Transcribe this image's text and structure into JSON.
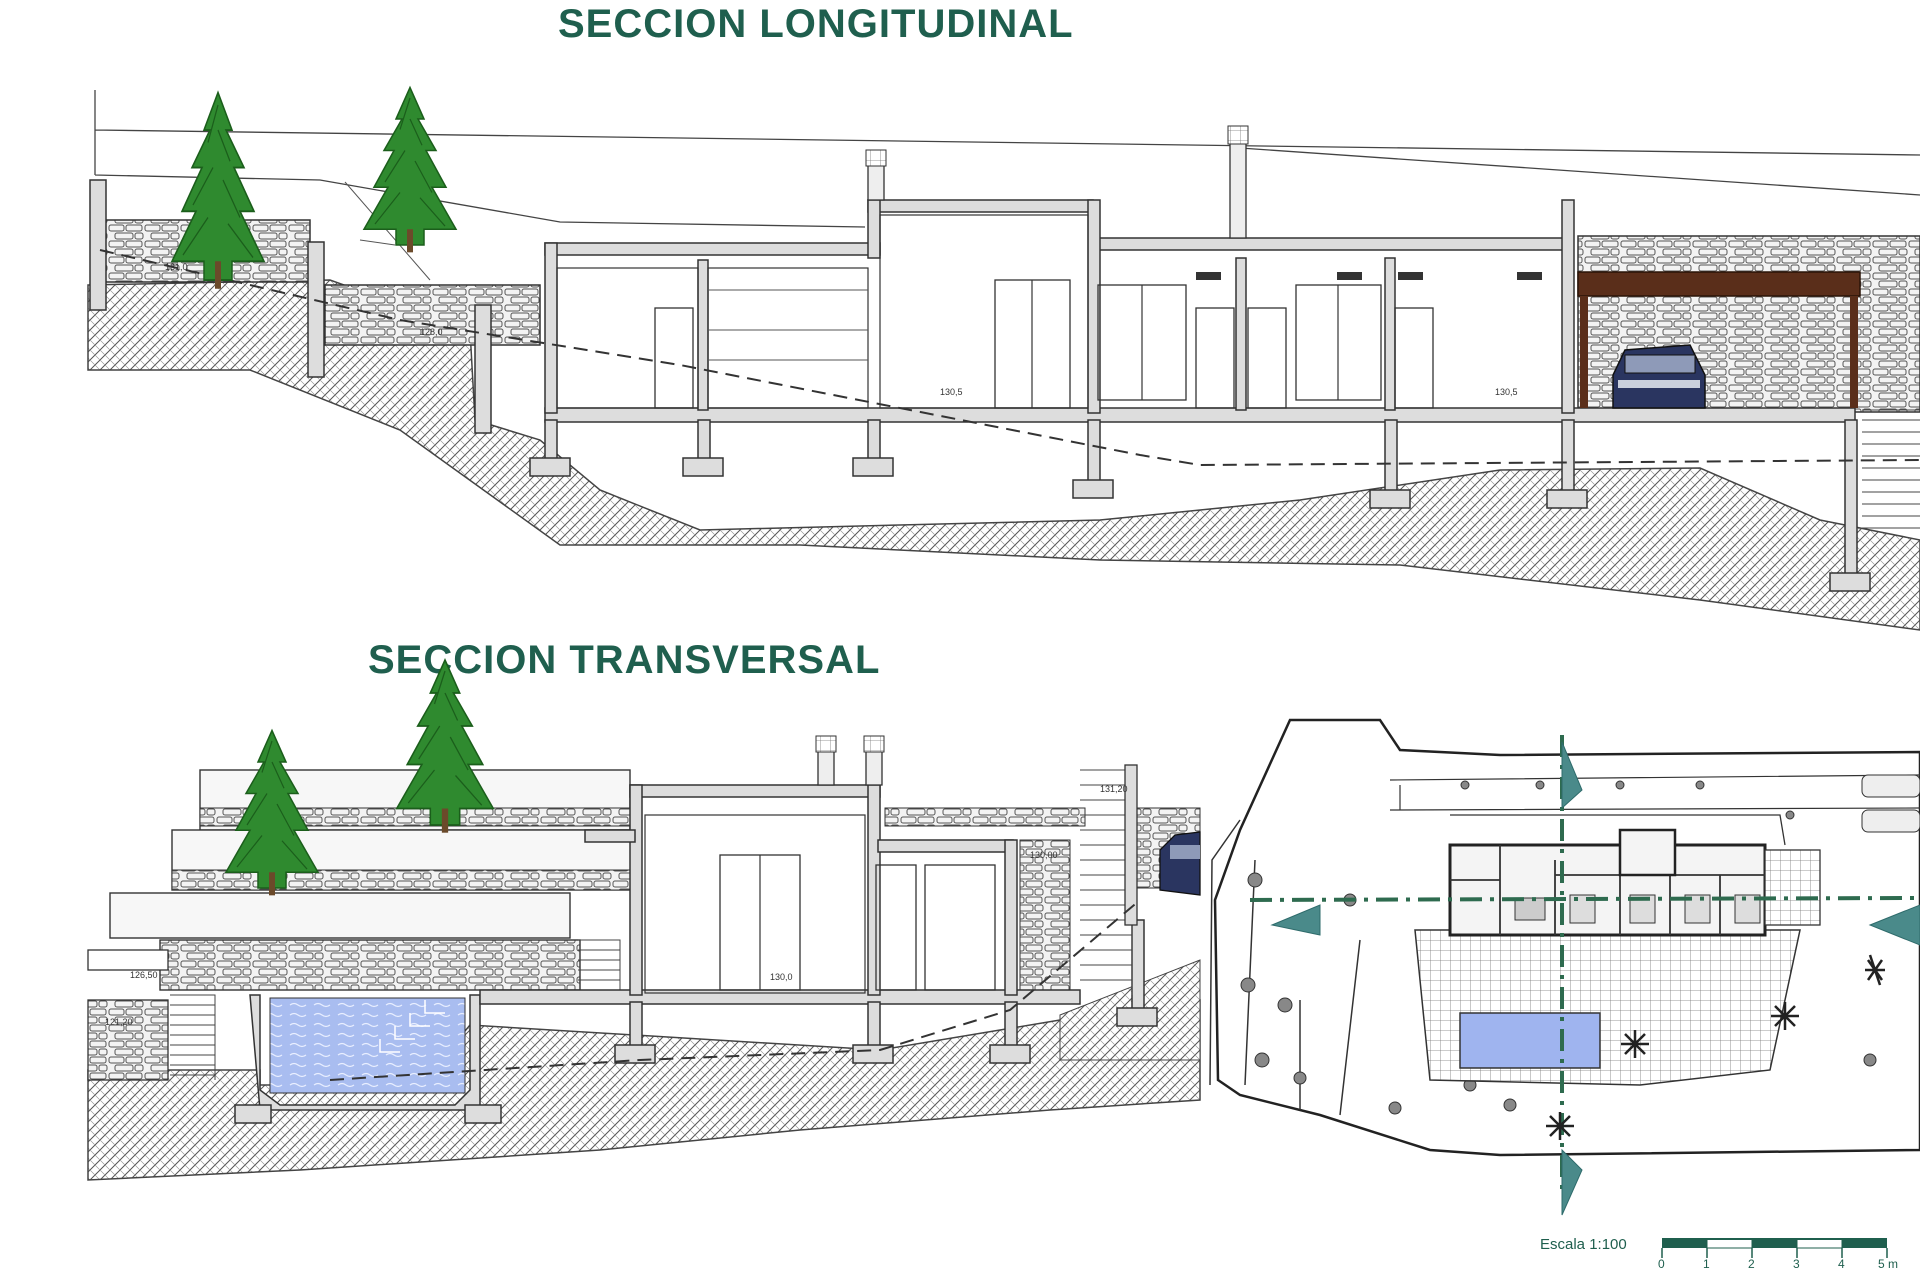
{
  "titles": {
    "longitudinal": "SECCION LONGITUDINAL",
    "transversal": "SECCION TRANSVERSAL"
  },
  "scale": {
    "label": "Escala 1:100",
    "ticks": [
      "0",
      "1",
      "2",
      "3",
      "4",
      "5 m"
    ]
  },
  "colors": {
    "title": "#1f5f4e",
    "pool_water": "#9fb4ef",
    "tree": "#2e8b2e",
    "section_arrow": "#4a8a8a",
    "car": "#2a3560"
  }
}
